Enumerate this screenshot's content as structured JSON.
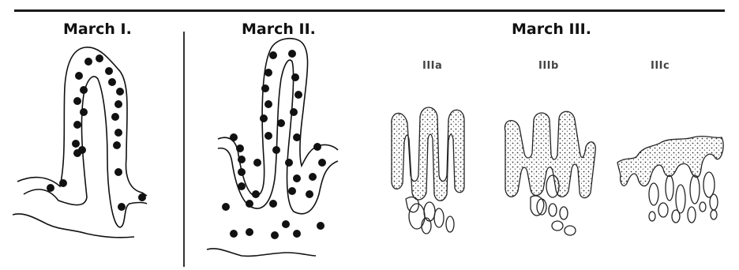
{
  "headings": {
    "march_1": "March I.",
    "march_2": "March II.",
    "march_3": "March III."
  },
  "subtypes": {
    "a": "IIIa",
    "b": "IIIb",
    "c": "IIIc"
  }
}
